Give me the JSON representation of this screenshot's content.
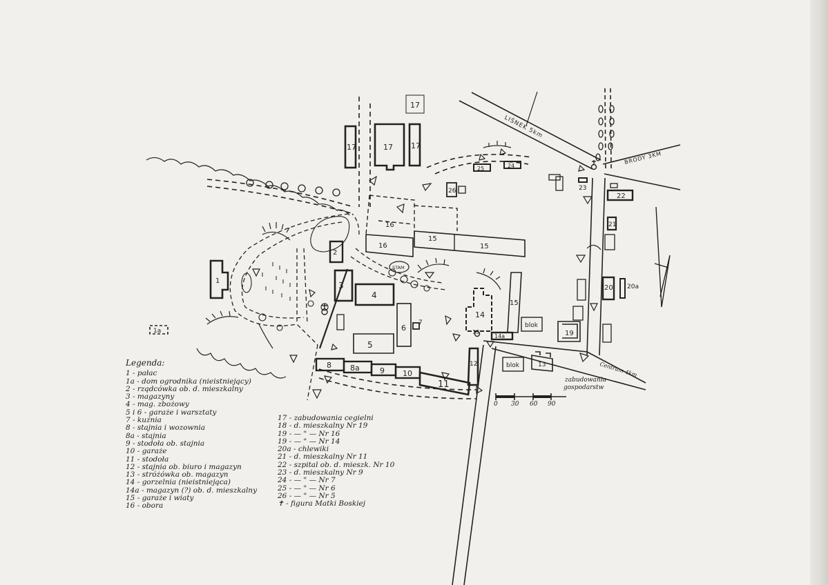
{
  "buildings": {
    "b1": "1",
    "b1a": "1a",
    "b2": "2",
    "b3": "3",
    "b4": "4",
    "b5": "5",
    "b6": "6",
    "b7": "7",
    "b8": "8",
    "b8a": "8a",
    "b9": "9",
    "b10": "10",
    "b11": "11",
    "b12": "12",
    "b13": "13",
    "b14": "14",
    "b14a": "14a",
    "b15": "15",
    "b16": "16",
    "b17": "17",
    "b19": "19",
    "b20": "20",
    "b20a": "20a",
    "b21": "21",
    "b22": "22",
    "b23": "23",
    "b24": "24",
    "b25": "25",
    "b26": "26",
    "blok": "blok",
    "stam": "STAM"
  },
  "roads": {
    "lisnek": "LIŚNEK 5km",
    "brody": "BRODY 3KM",
    "centrum": "Centrum 4km"
  },
  "area_label": {
    "line1": "zabudowania",
    "line2": "gospodarstw"
  },
  "scale": {
    "ticks": [
      "0",
      "30",
      "60",
      "90"
    ]
  },
  "legend": {
    "title": "Legenda:",
    "left": [
      "1 - pałac",
      "1a - dom ogrodnika (nieistniejący)",
      "2 - rządcówka ob. d. mieszkalny",
      "3 - magazyny",
      "4 - mag. zbożowy",
      "5 i 6 - garaże i warsztaty",
      "7 - kuźnia",
      "8 - stajnia i wozownia",
      "8a - stajnia",
      "9 - stodoła ob. stajnia",
      "10 - garaże",
      "11 - stodoła",
      "12 - stajnia ob. biuro i magazyn",
      "13 - stróżówka ob. magazyn",
      "14 - gorzelnia (nieistniejąca)",
      "14a - magazyn (?) ob. d. mieszkalny",
      "15 - garaże i wiaty",
      "16 - obora"
    ],
    "right": [
      "17 - zabudowania cegielni",
      "18 - d. mieszkalny Nr 19",
      "19 - — \" — Nr 16",
      "19 - — \" — Nr 14",
      "20a - chlewiki",
      "21 - d. mieszkalny Nr 11",
      "22 - szpital ob. d. mieszk. Nr 10",
      "23 - d. mieszkalny Nr 9",
      "24 - — \" — Nr 7",
      "25 - — \" — Nr 6",
      "26 - — \" — Nr 5",
      "✝ - figura Matki Boskiej"
    ]
  }
}
